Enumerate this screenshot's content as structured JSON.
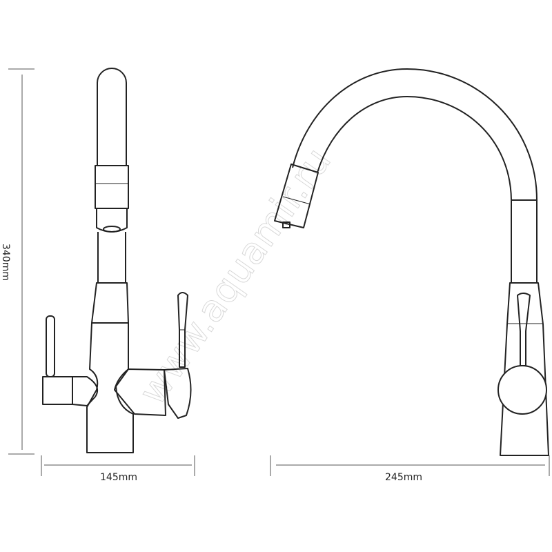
{
  "dimensions": {
    "height": "340mm",
    "front_width": "145mm",
    "side_width": "245mm"
  },
  "watermark": "www.aquamir.ru",
  "colors": {
    "line": "#222222",
    "dimension": "#555555",
    "watermark": "#d8d8d8"
  }
}
